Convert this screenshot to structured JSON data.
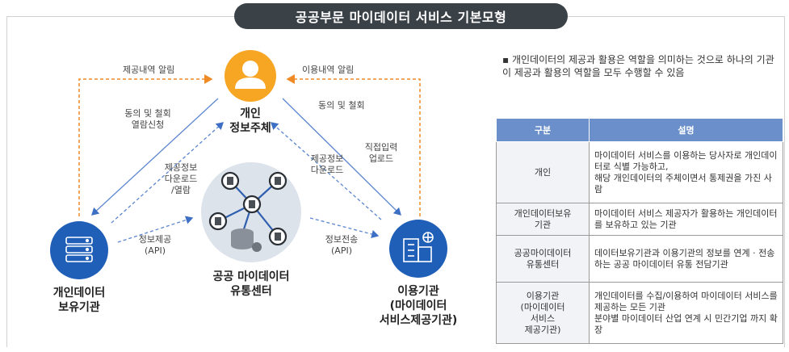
{
  "title": "공공부문 마이데이터 서비스 기본모형",
  "nodes": {
    "person": {
      "title": "개인\n정보주체",
      "icon": "person-icon"
    },
    "holder": {
      "title": "개인데이터\n보유기관",
      "icon": "database-server-icon"
    },
    "center": {
      "title": "공공 마이데이터\n유통센터",
      "icon": "data-network-icon"
    },
    "user_org": {
      "title": "이용기관\n(마이데이터\n서비스제공기관)",
      "icon": "building-icon"
    }
  },
  "edges": {
    "provide_notice": "제공내역 알림",
    "use_notice": "이용내역 알림",
    "consent_withdraw_view": "동의 및 철회\n열람신청",
    "consent_withdraw": "동의 및 철회",
    "download_view": "제공정보\n다운로드\n/열람",
    "download": "제공정보\n다운로드",
    "direct_upload": "직접입력\n업로드",
    "provide_api": "정보제공\n(API)",
    "transfer_api": "정보전송\n(API)"
  },
  "note": "▪ 개인데이터의 제공과 활용은 역할을 의미하는 것으로 하나의 기관이 제공과 활용의 역할을 모두 수행할 수 있음",
  "table": {
    "headers": [
      "구분",
      "설명"
    ],
    "rows": [
      {
        "term": "개인",
        "desc": "마이데이터 서비스를 이용하는 당사자로 개인데이터로 식별 가능하고,\n해당 개인데이터의 주체이면서 통제권을 가진 사람"
      },
      {
        "term": "개인데이터보유\n기관",
        "desc": "마이데이터 서비스 제공자가 활용하는 개인데이터를 보유하고 있는 기관"
      },
      {
        "term": "공공마이데이터\n유통센터",
        "desc": "데이터보유기관과 이용기관의 정보를 연계 · 전송하는 공공 마이데이터 유통 전담기관"
      },
      {
        "term": "이용기관\n(마이데이터\n서비스\n제공기관)",
        "desc": "개인데이터를 수집/이용하여 마이데이터 서비스를 제공하는 모든 기관\n분야별 마이데이터 산업 연계 시 민간기업 까지 확장"
      }
    ]
  },
  "colors": {
    "title_bg": "#3a4147",
    "person_circle": "#f6a623",
    "org_circle": "#1f5fb8",
    "center_circle": "#dde3ea",
    "orange_arrow": "#f08a24",
    "blue_arrow": "#3d6fc4",
    "table_header": "#6a8fca"
  }
}
